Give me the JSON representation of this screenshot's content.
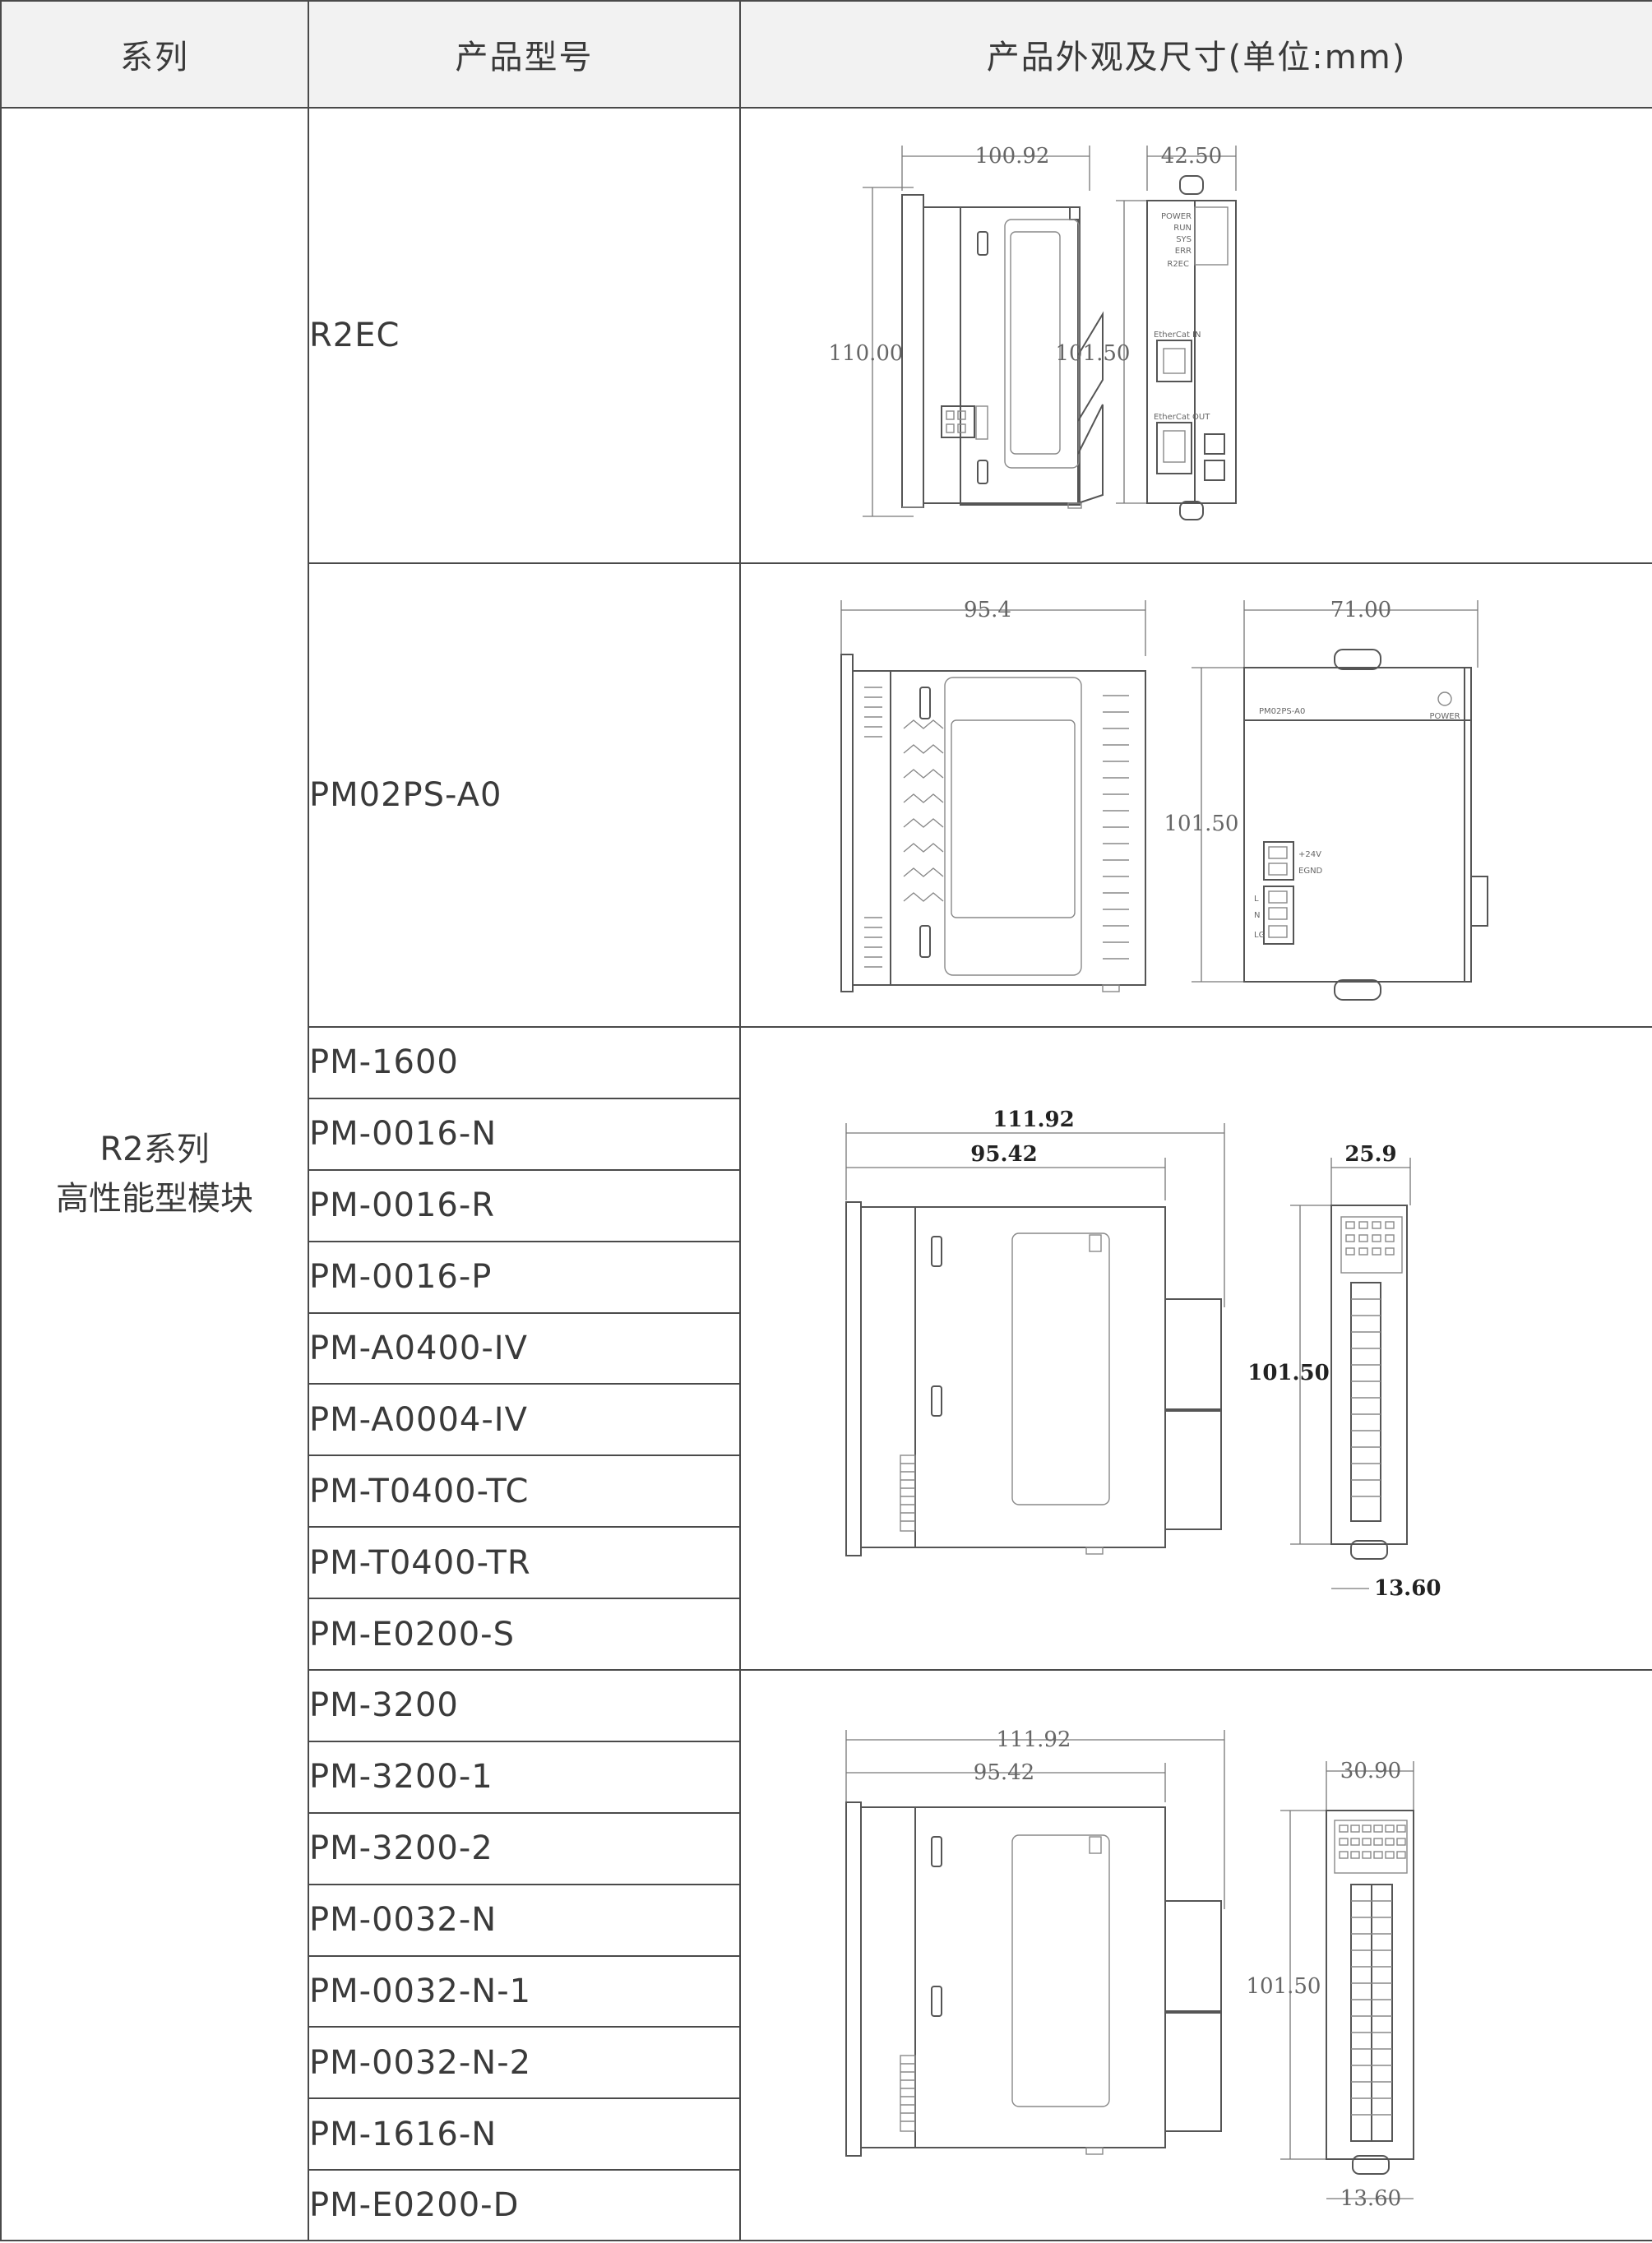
{
  "header": {
    "col_series": "系列",
    "col_model": "产品型号",
    "col_drawing": "产品外观及尺寸(单位:mm)"
  },
  "series": {
    "line1": "R2系列",
    "line2": "高性能型模块"
  },
  "groups": [
    {
      "models": [
        "R2EC"
      ],
      "drawing": {
        "front_width": "100.92",
        "front_height": "110.00",
        "side_width": "42.50",
        "side_height": "101.50",
        "labels": [
          "POWER",
          "RUN",
          "SYS",
          "ERR",
          "R2EC",
          "EtherCat IN",
          "EtherCat OUT"
        ]
      }
    },
    {
      "models": [
        "PM02PS-A0"
      ],
      "drawing": {
        "front_width": "95.4",
        "side_width": "71.00",
        "side_height": "101.50",
        "labels": [
          "PM02PS-A0",
          "POWER",
          "+24V",
          "EGND",
          "L",
          "N",
          "LG"
        ]
      }
    },
    {
      "models": [
        "PM-1600",
        "PM-0016-N",
        "PM-0016-R",
        "PM-0016-P",
        "PM-A0400-IV",
        "PM-A0004-IV",
        "PM-T0400-TC",
        "PM-T0400-TR",
        "PM-E0200-S"
      ],
      "drawing": {
        "front_width_total": "111.92",
        "front_width_body": "95.42",
        "side_width": "25.9",
        "side_height": "101.50",
        "side_bottom": "13.60"
      }
    },
    {
      "models": [
        "PM-3200",
        "PM-3200-1",
        "PM-3200-2",
        "PM-0032-N",
        "PM-0032-N-1",
        "PM-0032-N-2",
        "PM-1616-N",
        "PM-E0200-D"
      ],
      "drawing": {
        "front_width_total": "111.92",
        "front_width_body": "95.42",
        "side_width": "30.90",
        "side_height": "101.50",
        "side_bottom": "13.60"
      }
    }
  ]
}
